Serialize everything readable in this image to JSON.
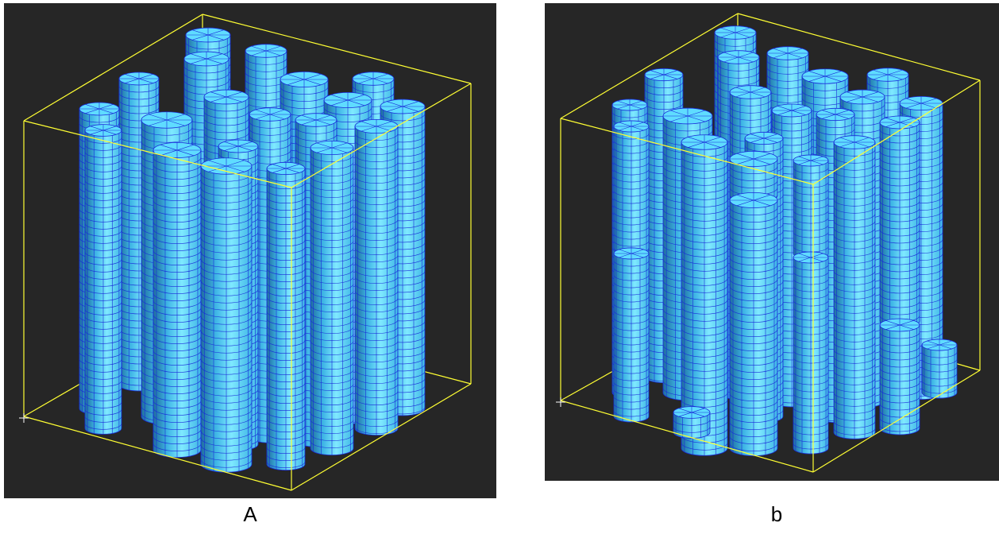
{
  "panels": [
    {
      "id": "a",
      "caption": "A"
    },
    {
      "id": "b",
      "caption": "b"
    }
  ],
  "colors": {
    "background": "#262626",
    "box": "#ffff33",
    "cylinder_light": "#7fe9ff",
    "cylinder_mid": "#3fb6e6",
    "cylinder_dark": "#1f6f9f",
    "mesh": "#1a2bd9",
    "cap": "#5fdcff"
  }
}
